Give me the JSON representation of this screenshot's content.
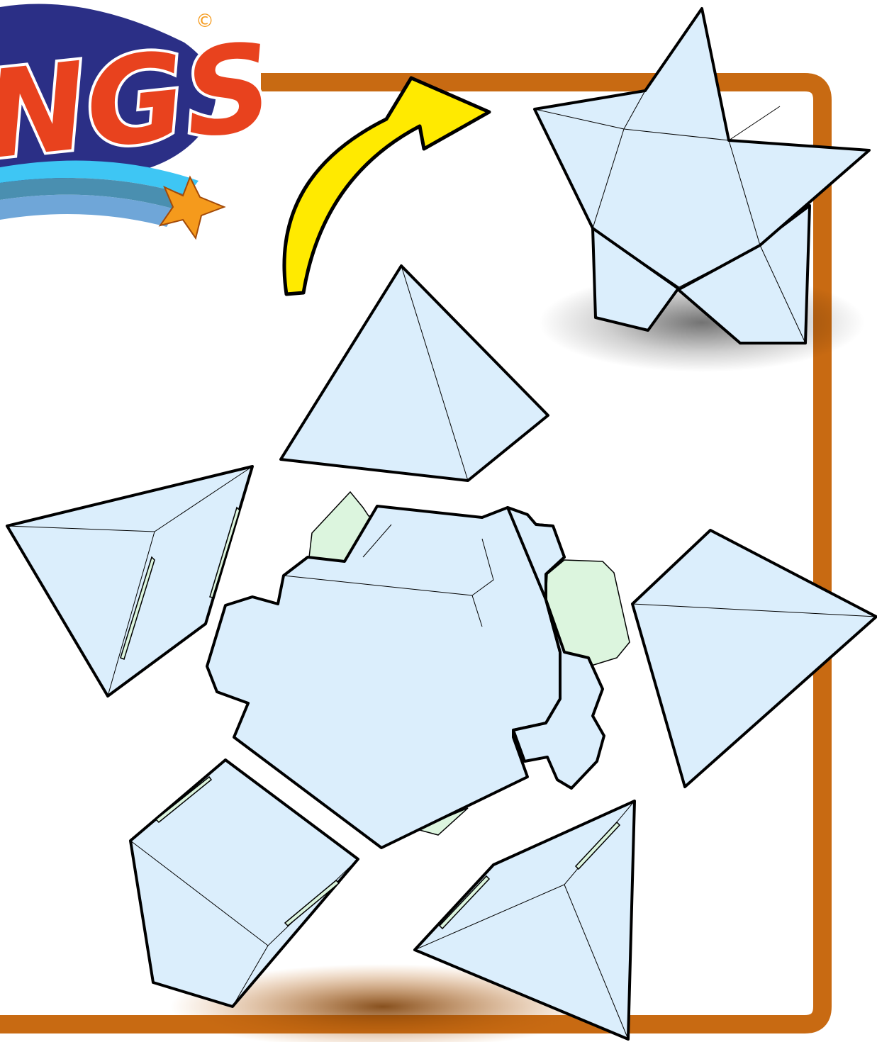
{
  "logo": {
    "text": "NGS",
    "copyright_symbol": "©"
  },
  "colors": {
    "frame": "#c86a12",
    "piece_fill": "#dbeefc",
    "tab_fill": "#dcf5de",
    "tab_fill_dark": "#c8e6cc",
    "arrow_fill": "#ffea00",
    "outline": "#000000",
    "logo_orange": "#f59a1c",
    "logo_red": "#e8421e",
    "logo_navy": "#2b2f86",
    "swoosh_cyan": "#3ec6f4",
    "swoosh_blue": "#6fa6d8",
    "swoosh_teal": "#4a8fb0"
  },
  "diagram": {
    "arrow_icon": "curved-arrow-icon",
    "assembled_model": "star-box",
    "pieces": [
      "pyramid-top",
      "pyramid-left",
      "pyramid-right",
      "pyramid-bottom-left",
      "pyramid-bottom-right",
      "center-body-net"
    ]
  }
}
